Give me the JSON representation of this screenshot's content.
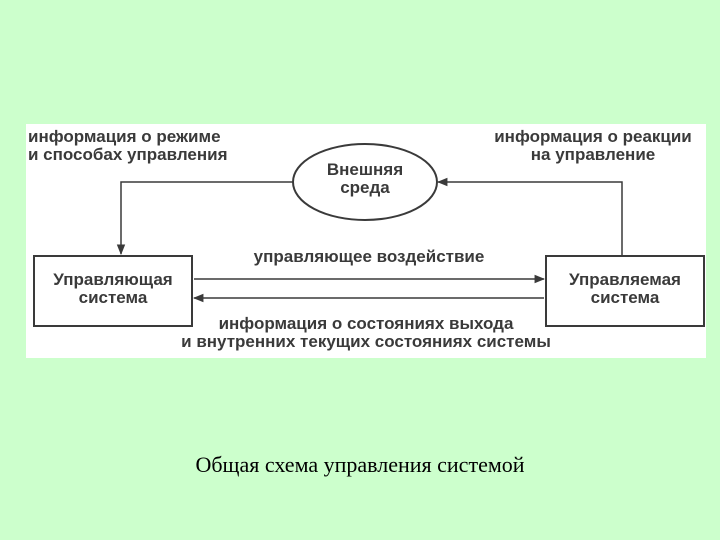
{
  "diagram": {
    "env_label": [
      "Внешняя",
      "среда"
    ],
    "controller_label": [
      "Управляющая",
      "система"
    ],
    "controlled_label": [
      "Управляемая",
      "система"
    ],
    "top_left_text": [
      "информация о режиме",
      "и способах управления"
    ],
    "top_right_text": [
      "информация о реакции",
      "на управление"
    ],
    "middle_text": "управляющее воздействие",
    "bottom_text": [
      "информация о состояниях выхода",
      "и внутренних текущих состояниях системы"
    ]
  },
  "caption": "Общая схема управления системой",
  "colors": {
    "background": "#ccffcc",
    "panel": "#ffffff",
    "stroke": "#3a3a3a"
  }
}
